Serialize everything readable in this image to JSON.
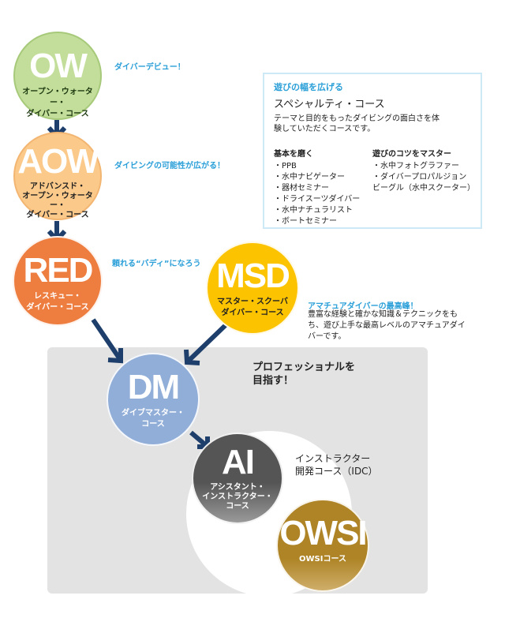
{
  "courses": {
    "ow": {
      "abbr": "OW",
      "name": "オープン・ウォーター・\nダイバー・コース",
      "tagline": "ダイバーデビュー！"
    },
    "aow": {
      "abbr": "AOW",
      "name": "アドバンスド・\nオープン・ウォーター・\nダイバー・コース",
      "tagline": "ダイビングの可能性が広がる！"
    },
    "red": {
      "abbr": "RED",
      "name": "レスキュー・\nダイバー・コース",
      "tagline": "頼れる“バディ”になろう"
    },
    "msd": {
      "abbr": "MSD",
      "name": "マスター・スクーバ\nダイバー・コース",
      "tagline": "アマチュアダイバーの最高峰！",
      "description": "豊富な経験と確かな知識＆テクニックをもち、遊び上手な最高レベルのアマチュアダイバーです。"
    },
    "dm": {
      "abbr": "DM",
      "name": "ダイブマスター・\nコース"
    },
    "ai": {
      "abbr": "AI",
      "name": "アシスタント・\nインストラクター・\nコース"
    },
    "owsi": {
      "abbr": "OWSI",
      "name": "OWSIコース"
    }
  },
  "professional": {
    "heading": "プロフェッショナルを\n目指す！",
    "idc_label": "インストラクター\n開発コース（IDC）"
  },
  "specialty": {
    "tagline": "遊びの幅を広げる",
    "title": "スペシャルティ・コース",
    "description": "テーマと目的をもったダイビングの面白さを体験していただくコースです。",
    "groups": [
      {
        "heading": "基本を磨く",
        "items": [
          "・PPB",
          "・水中ナビゲーター",
          "・器材セミナー",
          "・ドライスーツダイバー",
          "・水中ナチュラリスト",
          "・ボートセミナー"
        ]
      },
      {
        "heading": "遊びのコツをマスター",
        "items": [
          "・水中フォトグラファー",
          "・ダイバープロパルジョン ビーグル（水中スクーター）"
        ]
      }
    ]
  },
  "colors": {
    "ow": "#c3de9b",
    "aow": "#fbc98a",
    "red": "#ee7d40",
    "msd": "#fcc300",
    "dm": "#91aed8",
    "ai": "#5b5a5b",
    "owsi": "#ae8426",
    "arrow": "#1e3f6b",
    "accent": "#2a9fd8"
  }
}
